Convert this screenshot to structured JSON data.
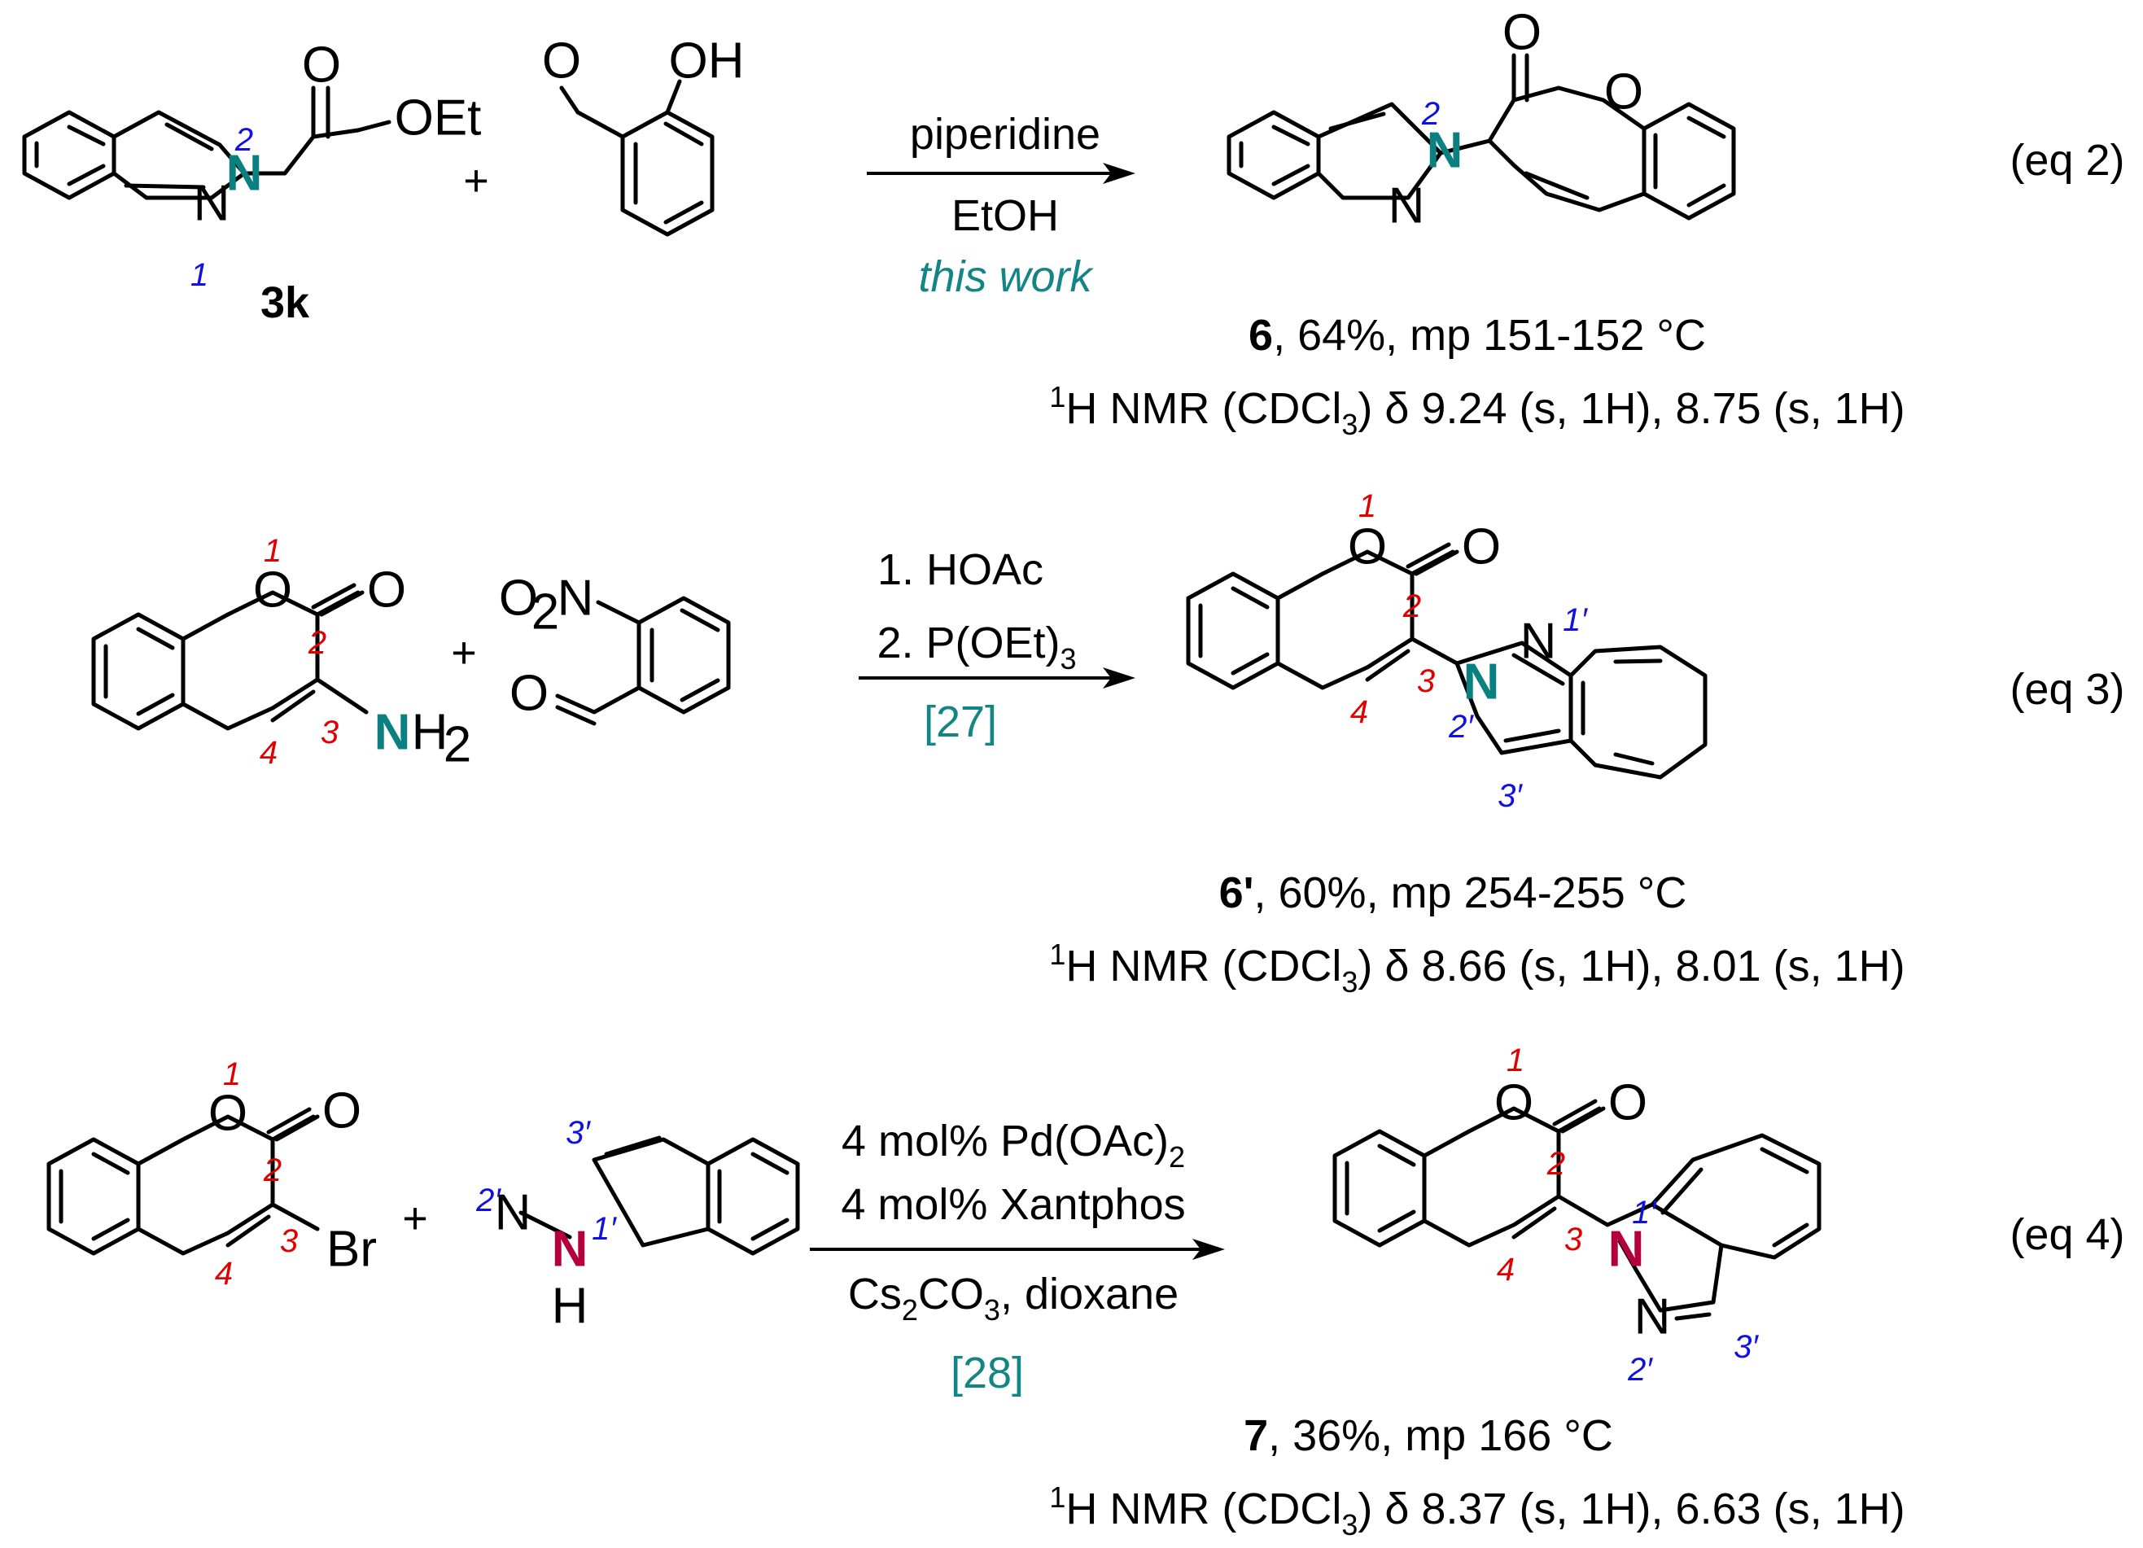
{
  "equations": [
    {
      "label": "(eq 2)",
      "reactant1": {
        "atoms": [
          "N",
          "N",
          "O",
          "OEt"
        ],
        "ring_numbers": [
          "2",
          "1"
        ],
        "compound_id": "3k"
      },
      "plus": "+",
      "reactant2": {
        "atoms": [
          "O",
          "OH"
        ]
      },
      "conditions": [
        "piperidine",
        "EtOH",
        "this work"
      ],
      "product": {
        "atoms": [
          "N",
          "N",
          "O",
          "O"
        ],
        "ring_numbers": [
          "2"
        ],
        "compound_id": "6",
        "yield_mp": ", 64%, mp 151-152 °C",
        "nmr": {
          "prefix": "1",
          "text_a": "H NMR (CDCl",
          "sub": "3",
          "text_b": ") δ 9.24 (s, 1H), 8.75 (s, 1H)"
        }
      }
    },
    {
      "label": "(eq 3)",
      "reactant1": {
        "atoms": [
          "O",
          "O",
          "N",
          "H",
          "2"
        ],
        "ring_numbers": [
          "1",
          "2",
          "3",
          "4"
        ]
      },
      "plus": "+",
      "reactant2": {
        "atoms": [
          "O",
          "2",
          "N",
          "O"
        ]
      },
      "conditions": [
        "1. HOAc",
        "2. P(OEt)",
        "3",
        "[27]"
      ],
      "product": {
        "atoms": [
          "O",
          "O",
          "N",
          "N"
        ],
        "ring_numbers": [
          "1",
          "2",
          "3",
          "4",
          "1′",
          "2′",
          "3′"
        ],
        "compound_id": "6'",
        "yield_mp": ", 60%, mp 254-255 °C",
        "nmr": {
          "prefix": "1",
          "text_a": "H NMR (CDCl",
          "sub": "3",
          "text_b": ") δ 8.66 (s, 1H), 8.01 (s, 1H)"
        }
      }
    },
    {
      "label": "(eq 4)",
      "reactant1": {
        "atoms": [
          "O",
          "O",
          "Br"
        ],
        "ring_numbers": [
          "1",
          "2",
          "3",
          "4"
        ]
      },
      "plus": "+",
      "reactant2": {
        "atoms": [
          "N",
          "N",
          "H"
        ],
        "ring_numbers": [
          "3′",
          "2′",
          "1′"
        ]
      },
      "conditions": [
        "4 mol% Pd(OAc)",
        "2",
        "4 mol% Xantphos",
        "Cs",
        "2",
        "CO",
        "3",
        ", dioxane",
        "[28]"
      ],
      "product": {
        "atoms": [
          "O",
          "O",
          "N",
          "N"
        ],
        "ring_numbers": [
          "1",
          "2",
          "3",
          "4",
          "1′",
          "2′",
          "3′"
        ],
        "compound_id": "7",
        "yield_mp": ", 36%, mp 166 °C",
        "nmr": {
          "prefix": "1",
          "text_a": "H NMR (CDCl",
          "sub": "3",
          "text_b": ") δ 8.37 (s, 1H), 6.63 (s, 1H)"
        }
      }
    }
  ],
  "colors": {
    "teal": "#0b8080",
    "crimson": "#b3003c",
    "red_numbers": "#e00000",
    "blue_numbers": "#1010e0"
  }
}
